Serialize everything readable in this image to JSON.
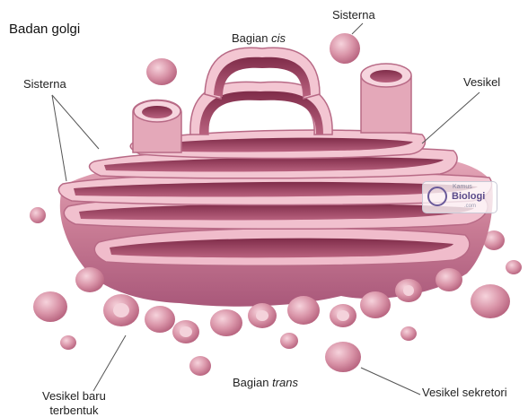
{
  "title": "Badan golgi",
  "labels": {
    "sisterna_top": "Sisterna",
    "bagian_cis_prefix": "Bagian ",
    "bagian_cis_italic": "cis",
    "sisterna_left": "Sisterna",
    "vesikel": "Vesikel",
    "bagian_trans_prefix": "Bagian ",
    "bagian_trans_italic": "trans",
    "vesikel_sekretori": "Vesikel sekretori",
    "vesikel_baru_line1": "Vesikel baru",
    "vesikel_baru_line2": "terbentuk"
  },
  "watermark": {
    "small": "Kamus",
    "big": "Biologi",
    "sub": ".com"
  },
  "colors": {
    "membrane_outer": "#c97a93",
    "membrane_light": "#f3c6d2",
    "lumen_dark": "#8e3553",
    "leader_line": "#555555"
  }
}
